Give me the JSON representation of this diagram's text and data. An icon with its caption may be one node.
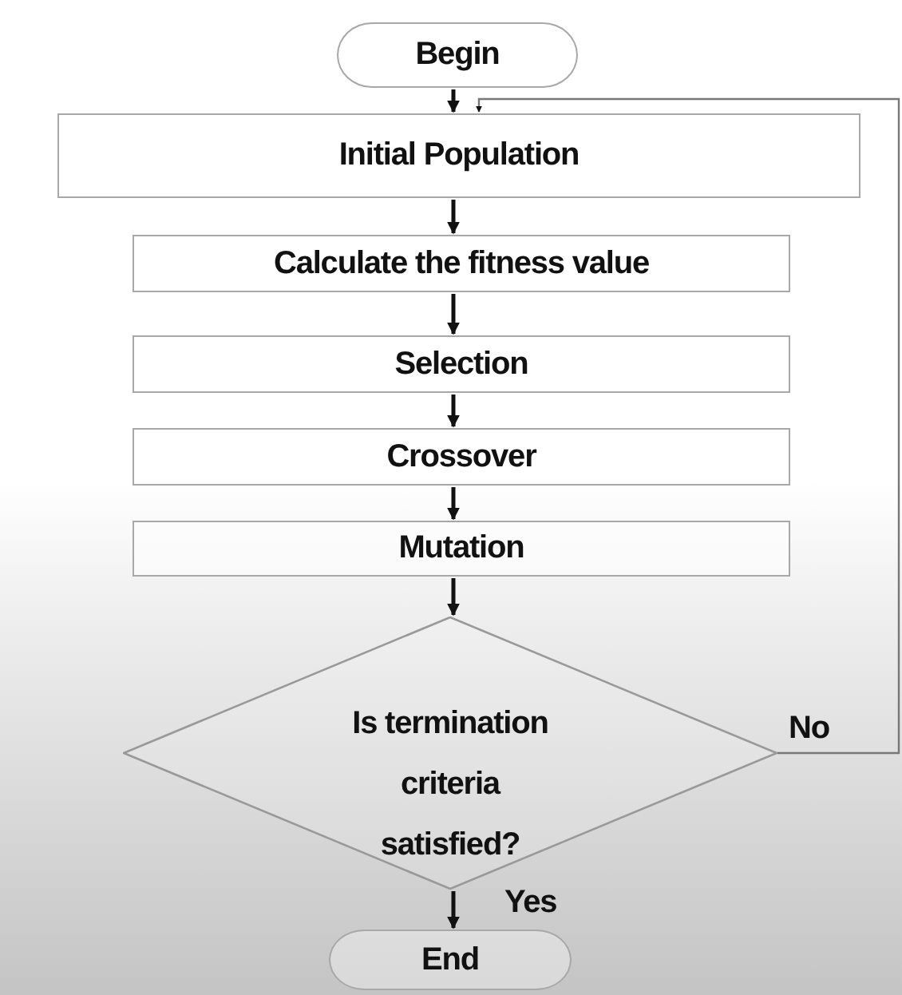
{
  "diagram": {
    "nodes": [
      {
        "text": [
          "Begin"
        ]
      },
      {
        "text": [
          "Initial Population"
        ]
      },
      {
        "text": [
          "Calculate the fitness value"
        ]
      },
      {
        "text": [
          "Selection"
        ]
      },
      {
        "text": [
          "Crossover"
        ]
      },
      {
        "text": [
          "Mutation"
        ]
      },
      {
        "text": [
          "Is termination criteria satisfied?"
        ]
      },
      {
        "text": [
          "End"
        ]
      }
    ],
    "edges": [
      {
        "from": 0,
        "to": 1,
        "arrow": "to"
      },
      {
        "from": 1,
        "to": 2,
        "arrow": "to"
      },
      {
        "from": 2,
        "to": 3,
        "arrow": "to"
      },
      {
        "from": 3,
        "to": 4,
        "arrow": "to"
      },
      {
        "from": 4,
        "to": 5,
        "arrow": "to"
      },
      {
        "from": 5,
        "to": 6,
        "arrow": "to"
      },
      {
        "from": 6,
        "to": 7,
        "arrow": "to",
        "label": "Yes"
      },
      {
        "from": 6,
        "to": 1,
        "arrow": "to",
        "label": "No",
        "color": "#777777"
      }
    ]
  }
}
